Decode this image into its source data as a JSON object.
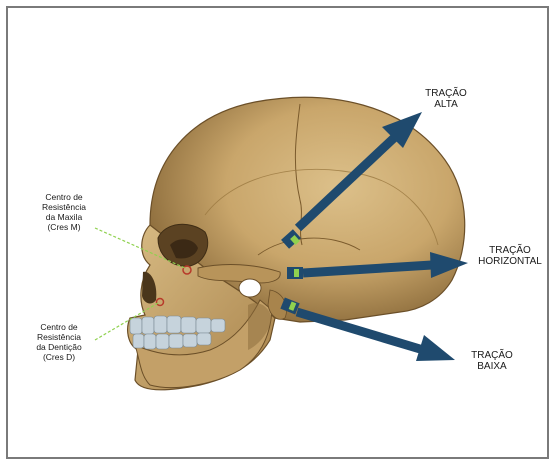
{
  "labels": {
    "tracao_alta": "TRAÇÃO\nALTA",
    "tracao_horizontal": "TRAÇÃO\nHORIZONTAL",
    "tracao_baixa": "TRAÇÃO\nBAIXA",
    "cres_m": "Centro de\nResistência\nda Maxila\n(Cres M)",
    "cres_d": "Centro de\nResistência\nda Dentição\n(Cres D)"
  },
  "colors": {
    "bone": "#c9a66b",
    "bone_dark": "#8a6a3a",
    "bone_shadow": "#6b4f28",
    "teeth": "#c6d3dc",
    "arrow": "#1f4a6e",
    "pointer": "#8fd14f",
    "cres_marker": "#b73a2a",
    "frame": "#7a7a7a"
  }
}
